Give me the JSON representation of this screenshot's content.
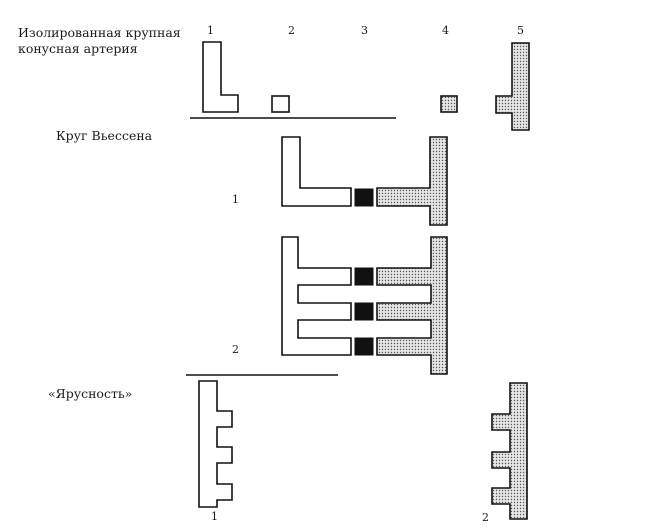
{
  "sections": {
    "isolated": {
      "title_line1": "Изолированная крупная",
      "title_line2": "конусная артерия",
      "columns": [
        "1",
        "2",
        "3",
        "4",
        "5"
      ]
    },
    "vieussens": {
      "title": "Круг Вьессена",
      "variants": [
        "1",
        "2"
      ]
    },
    "tiers": {
      "title": "«Ярусность»",
      "variants": [
        "1",
        "2"
      ]
    }
  },
  "colors": {
    "outline": "#111111",
    "solid": "#111111",
    "stipple_bg": "#e6e6e6",
    "stipple_dot": "#555555"
  }
}
